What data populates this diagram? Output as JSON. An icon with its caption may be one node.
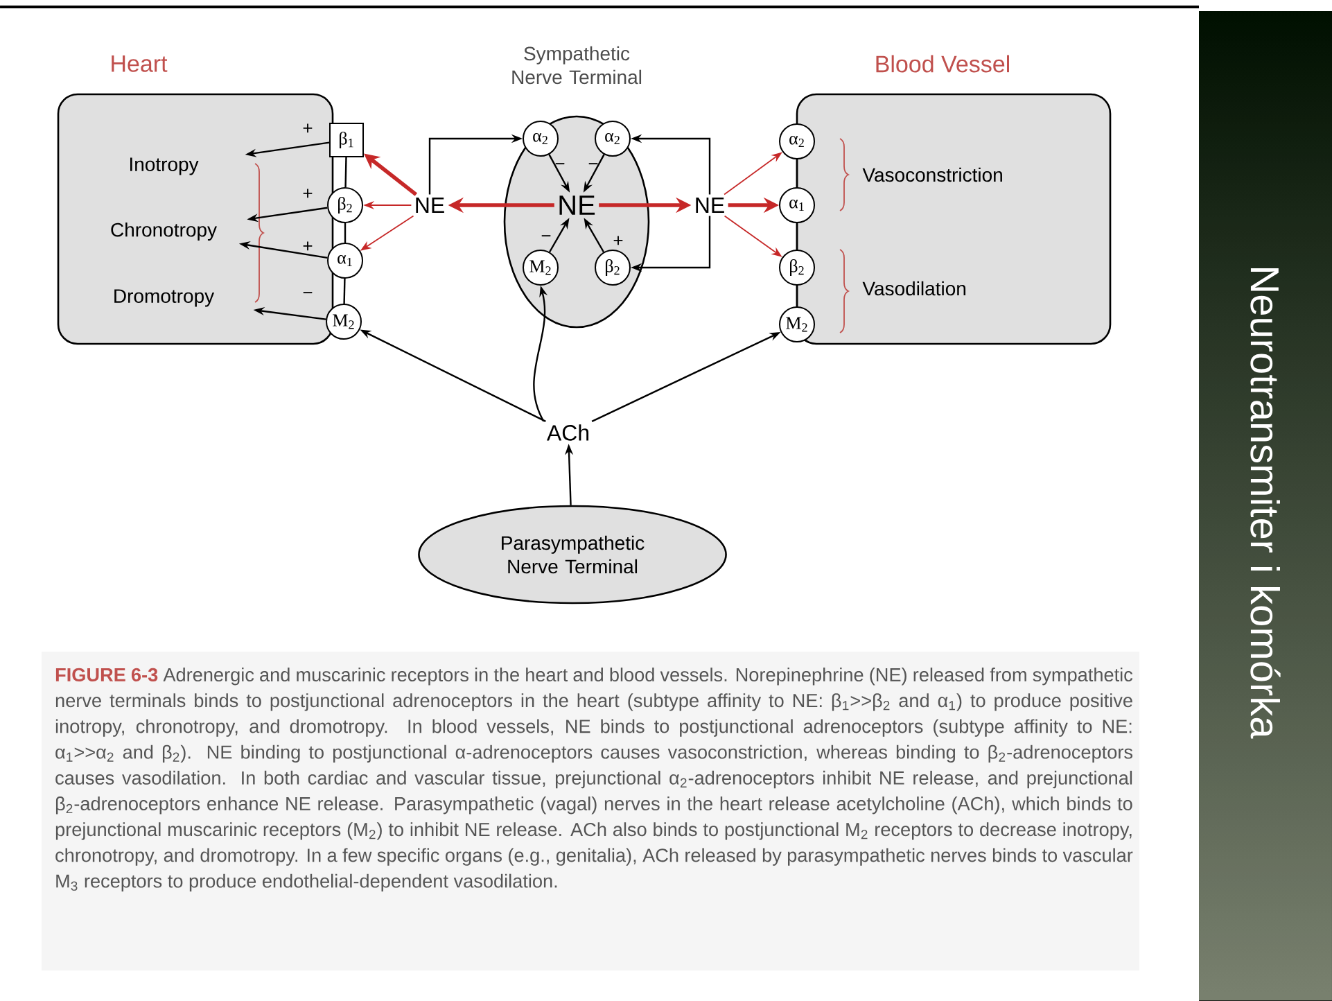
{
  "diagram": {
    "title": "Neurotransmiter i komórka",
    "caption": "**FIGURE 6-3** Adrenergic and muscarinic receptors in the heart and blood vessels. Norepinephrine (NE) released from sympathetic nerve terminals binds to postjunctional adrenoceptors in the heart (subtype affinity to NE: β$_{1}$>>β$_{2}$ and α$_{1}$) to produce positive inotropy, chronotropy, and dromotropy. In blood vessels, NE binds to postjunctional adrenoceptors (subtype affinity to NE: α$_{1}$>>α$_{2}$ and β$_{2}$). NE binding to postjunctional α-adrenoceptors causes vasoconstriction, whereas binding to β$_{2}$-adrenoceptors causes vasodilation. In both cardiac and vascular tissue, prejunctional α$_{2}$-adrenoceptors inhibit NE release, and prejunctional β$_{2}$-adrenoceptors enhance NE release. Parasympathetic (vagal) nerves in the heart release acetylcholine (ACh), which binds to prejunctional muscarinic receptors (M$_{2}$) to inhibit NE release. ACh also binds to postjunctional M$_{2}$ receptors to decrease inotropy, chronotropy, and dromotropy. In a few specific organs (e.g., genitalia), ACh released by parasympathetic nerves binds to vascular M$_{3}$ receptors to produce endothelial-dependent vasodilation.",
    "nodes": [
      {
        "text": [
          "Heart"
        ]
      },
      {
        "text": [
          "Inotropy"
        ],
        "in": 0
      },
      {
        "text": [
          "Chronotropy"
        ],
        "in": 0
      },
      {
        "text": [
          "Dromotropy"
        ],
        "in": 0
      },
      {
        "text": [
          "β$_{1}$"
        ]
      },
      {
        "text": [
          "β$_{2}$"
        ]
      },
      {
        "text": [
          "α$_{1}$"
        ]
      },
      {
        "text": [
          "M$_{2}$"
        ]
      },
      {
        "text": [
          "NE"
        ]
      },
      {
        "text": [
          "Sympathetic Nerve Terminal"
        ]
      },
      {
        "text": [
          "α$_{2}$"
        ],
        "in": 9
      },
      {
        "text": [
          "α$_{2}$"
        ],
        "in": 9
      },
      {
        "text": [
          "NE"
        ],
        "in": 9
      },
      {
        "text": [
          "M$_{2}$"
        ],
        "in": 9
      },
      {
        "text": [
          "β$_{2}$"
        ],
        "in": 9
      },
      {
        "text": [
          "NE"
        ]
      },
      {
        "text": [
          "Blood Vessel"
        ]
      },
      {
        "text": [
          "α$_{2}$"
        ]
      },
      {
        "text": [
          "α$_{1}$"
        ]
      },
      {
        "text": [
          "β$_{2}$"
        ]
      },
      {
        "text": [
          "M$_{2}$"
        ]
      },
      {
        "text": [
          "Vasoconstriction"
        ],
        "in": 16
      },
      {
        "text": [
          "Vasodilation"
        ],
        "in": 16
      },
      {
        "text": [
          "ACh"
        ]
      },
      {
        "text": [
          "Parasympathetic Nerve Terminal"
        ]
      }
    ],
    "edges": [
      {
        "from": 4,
        "to": 5,
        "arrow": "none"
      },
      {
        "from": 5,
        "to": 6,
        "arrow": "none"
      },
      {
        "from": 6,
        "to": 7,
        "arrow": "none"
      },
      {
        "from": 4,
        "to": 1,
        "arrow": "to",
        "label": "+"
      },
      {
        "from": 5,
        "to": 2,
        "arrow": "to",
        "label": "+"
      },
      {
        "from": 6,
        "to": 2,
        "arrow": "to",
        "label": "+"
      },
      {
        "from": 7,
        "to": 3,
        "arrow": "to",
        "label": "−"
      },
      {
        "from": 8,
        "to": 4,
        "arrow": "to",
        "style": "thick",
        "color": "#c62828"
      },
      {
        "from": 8,
        "to": 5,
        "arrow": "to",
        "color": "#c62828"
      },
      {
        "from": 8,
        "to": 6,
        "arrow": "to",
        "color": "#c62828"
      },
      {
        "from": 12,
        "to": 8,
        "arrow": "to",
        "style": "thick",
        "color": "#c62828"
      },
      {
        "from": 12,
        "to": 15,
        "arrow": "to",
        "style": "thick",
        "color": "#c62828"
      },
      {
        "from": 8,
        "to": 10,
        "arrow": "to"
      },
      {
        "from": 15,
        "to": 11,
        "arrow": "to"
      },
      {
        "from": 15,
        "to": 14,
        "arrow": "to"
      },
      {
        "from": 10,
        "to": 12,
        "arrow": "to",
        "label": "−"
      },
      {
        "from": 11,
        "to": 12,
        "arrow": "to",
        "label": "−"
      },
      {
        "from": 13,
        "to": 12,
        "arrow": "to",
        "label": "−"
      },
      {
        "from": 14,
        "to": 12,
        "arrow": "to",
        "label": "+"
      },
      {
        "from": 15,
        "to": 17,
        "arrow": "to",
        "color": "#c62828"
      },
      {
        "from": 15,
        "to": 18,
        "arrow": "to",
        "style": "thick",
        "color": "#c62828"
      },
      {
        "from": 15,
        "to": 19,
        "arrow": "to",
        "color": "#c62828"
      },
      {
        "from": 17,
        "to": 18,
        "arrow": "none"
      },
      {
        "from": 18,
        "to": 19,
        "arrow": "none"
      },
      {
        "from": 19,
        "to": 20,
        "arrow": "none"
      },
      {
        "from": 23,
        "to": 7,
        "arrow": "to"
      },
      {
        "from": 23,
        "to": 13,
        "arrow": "to"
      },
      {
        "from": 23,
        "to": 20,
        "arrow": "to"
      },
      {
        "from": 24,
        "to": 23,
        "arrow": "to"
      }
    ]
  }
}
